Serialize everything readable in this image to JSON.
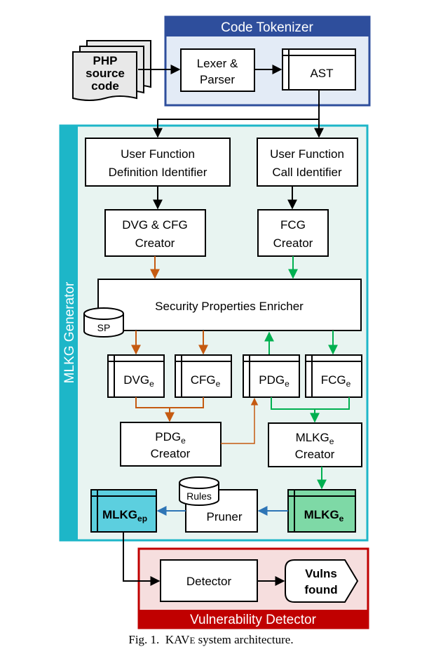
{
  "sections": {
    "tokenizer": "Code Tokenizer",
    "generator": "MLKG Generator",
    "detector": "Vulnerability Detector"
  },
  "nodes": {
    "php_source": [
      "PHP",
      "source",
      "code"
    ],
    "lexer_parser": [
      "Lexer &",
      "Parser"
    ],
    "ast": "AST",
    "ufd_identifier": [
      "User Function",
      "Definition Identifier"
    ],
    "ufc_identifier": [
      "User Function",
      "Call Identifier"
    ],
    "dvg_cfg_creator": [
      "DVG & CFG",
      "Creator"
    ],
    "fcg_creator": [
      "FCG",
      "Creator"
    ],
    "enricher": "Security Properties Enricher",
    "sp": "SP",
    "dvg_e": {
      "base": "DVG",
      "sub": "e"
    },
    "cfg_e": {
      "base": "CFG",
      "sub": "e"
    },
    "pdg_e": {
      "base": "PDG",
      "sub": "e"
    },
    "fcg_e": {
      "base": "FCG",
      "sub": "e"
    },
    "pdg_e_creator": {
      "base": "PDG",
      "sub": "e",
      "line2": "Creator"
    },
    "mlkg_e_creator": {
      "base": "MLKG",
      "sub": "e",
      "line2": "Creator"
    },
    "rules": "Rules",
    "pruner": "Pruner",
    "mlkg_ep": {
      "base": "MLKG",
      "sub": "ep"
    },
    "mlkg_e": {
      "base": "MLKG",
      "sub": "e"
    },
    "detector": "Detector",
    "vulns_found": [
      "Vulns",
      "found"
    ]
  },
  "caption": {
    "fig": "Fig. 1.",
    "name_main": "KAV",
    "name_sc": "E",
    "rest": "system architecture."
  },
  "colors": {
    "tokenizer_border": "#2e4e9c",
    "tokenizer_fill": "#e3ebf6",
    "generator_border": "#1db6c8",
    "generator_fill": "#e8f4f1",
    "detector_border": "#c00000",
    "detector_fill": "#f6dede",
    "orange_arrow": "#c55a11",
    "green_arrow": "#00b050",
    "blue_arrow": "#2e75b6",
    "mlkg_ep_fill": "#5ccfdf",
    "mlkg_e_fill": "#7ed9a6"
  }
}
